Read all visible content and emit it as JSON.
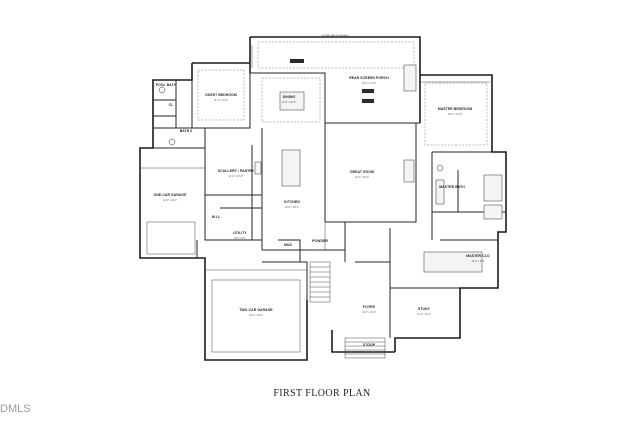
{
  "title": "FIRST FLOOR PLAN",
  "watermark": "DMLS",
  "top_note": "RETRACTABLE SCREENS",
  "rooms": {
    "pool_bath": {
      "name": "POOL BATH"
    },
    "guest_bedroom": {
      "name": "GUEST BEDROOM",
      "dims": "11'-0\" x 12'-0\""
    },
    "dining": {
      "name": "DINING",
      "dims": "12'-0\" x 16'-0\""
    },
    "rear_porch": {
      "name": "REAR SCREEN PORCH",
      "dims": "23'-0\" x 14'-0\""
    },
    "master_bedroom": {
      "name": "MASTER BEDROOM",
      "dims": "16'-0\" x 14'-6\""
    },
    "cl_1": {
      "name": "CL"
    },
    "bath_2": {
      "name": "BATH 2"
    },
    "scullery": {
      "name": "SCULLERY / PANTRY",
      "dims": "11'-0\" x 10'-0\""
    },
    "great_room": {
      "name": "GREAT ROOM",
      "dims": "21'-0\" x 20'-0\""
    },
    "master_bath": {
      "name": "MASTER BATH"
    },
    "one_car_garage": {
      "name": "ONE-CAR GARAGE",
      "dims": "12'-0\" x 22'-0\""
    },
    "kitchen": {
      "name": "KITCHEN",
      "dims": "16'-0\" x 18'-0\""
    },
    "utility": {
      "name": "UTILITY",
      "dims": "8'-0\" x 6'-0\""
    },
    "mud": {
      "name": "MUD"
    },
    "wil": {
      "name": "W.I.L"
    },
    "powder": {
      "name": "POWDER"
    },
    "master_closet": {
      "name": "MASTER CLO",
      "dims": "16'-0\" x 9'-0\""
    },
    "two_car_garage": {
      "name": "TWO-CAR GARAGE",
      "dims": "22'-0\" x 24'-0\""
    },
    "foyer": {
      "name": "FOYER",
      "dims": "10'-0\" x 16'-0\""
    },
    "study": {
      "name": "STUDY",
      "dims": "12'-0\" x 13'-0\""
    },
    "stoop": {
      "name": "STOOP"
    }
  },
  "colors": {
    "wall": "#1c1c1c",
    "background": "#ffffff",
    "watermark": "#9a9a9a"
  }
}
